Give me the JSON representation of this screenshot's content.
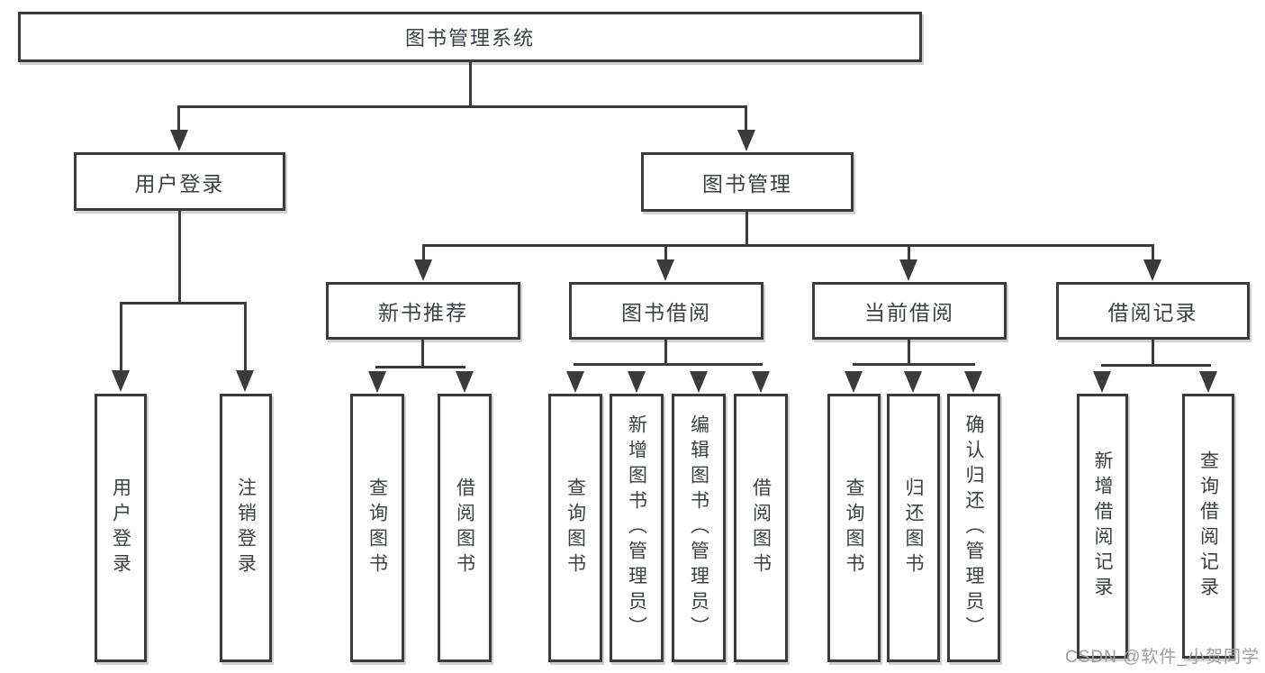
{
  "diagram": {
    "root": "图书管理系统",
    "level2": [
      "用户登录",
      "图书管理"
    ],
    "level3": [
      "新书推荐",
      "图书借阅",
      "当前借阅",
      "借阅记录"
    ],
    "leaves": [
      "用户登录",
      "注销登录",
      "查询图书",
      "借阅图书",
      "查询图书",
      "新增图书（管理员）",
      "编辑图书（管理员）",
      "借阅图书",
      "查询图书",
      "归还图书",
      "确认归还（管理员）",
      "新增借阅记录",
      "查询借阅记录"
    ]
  },
  "palette": {
    "line": "#3b3b3b",
    "text": "#3c4046",
    "watermark": "#9d9d9d",
    "background": "#ffffff"
  },
  "watermark": "CSDN @软件_小贺同学"
}
